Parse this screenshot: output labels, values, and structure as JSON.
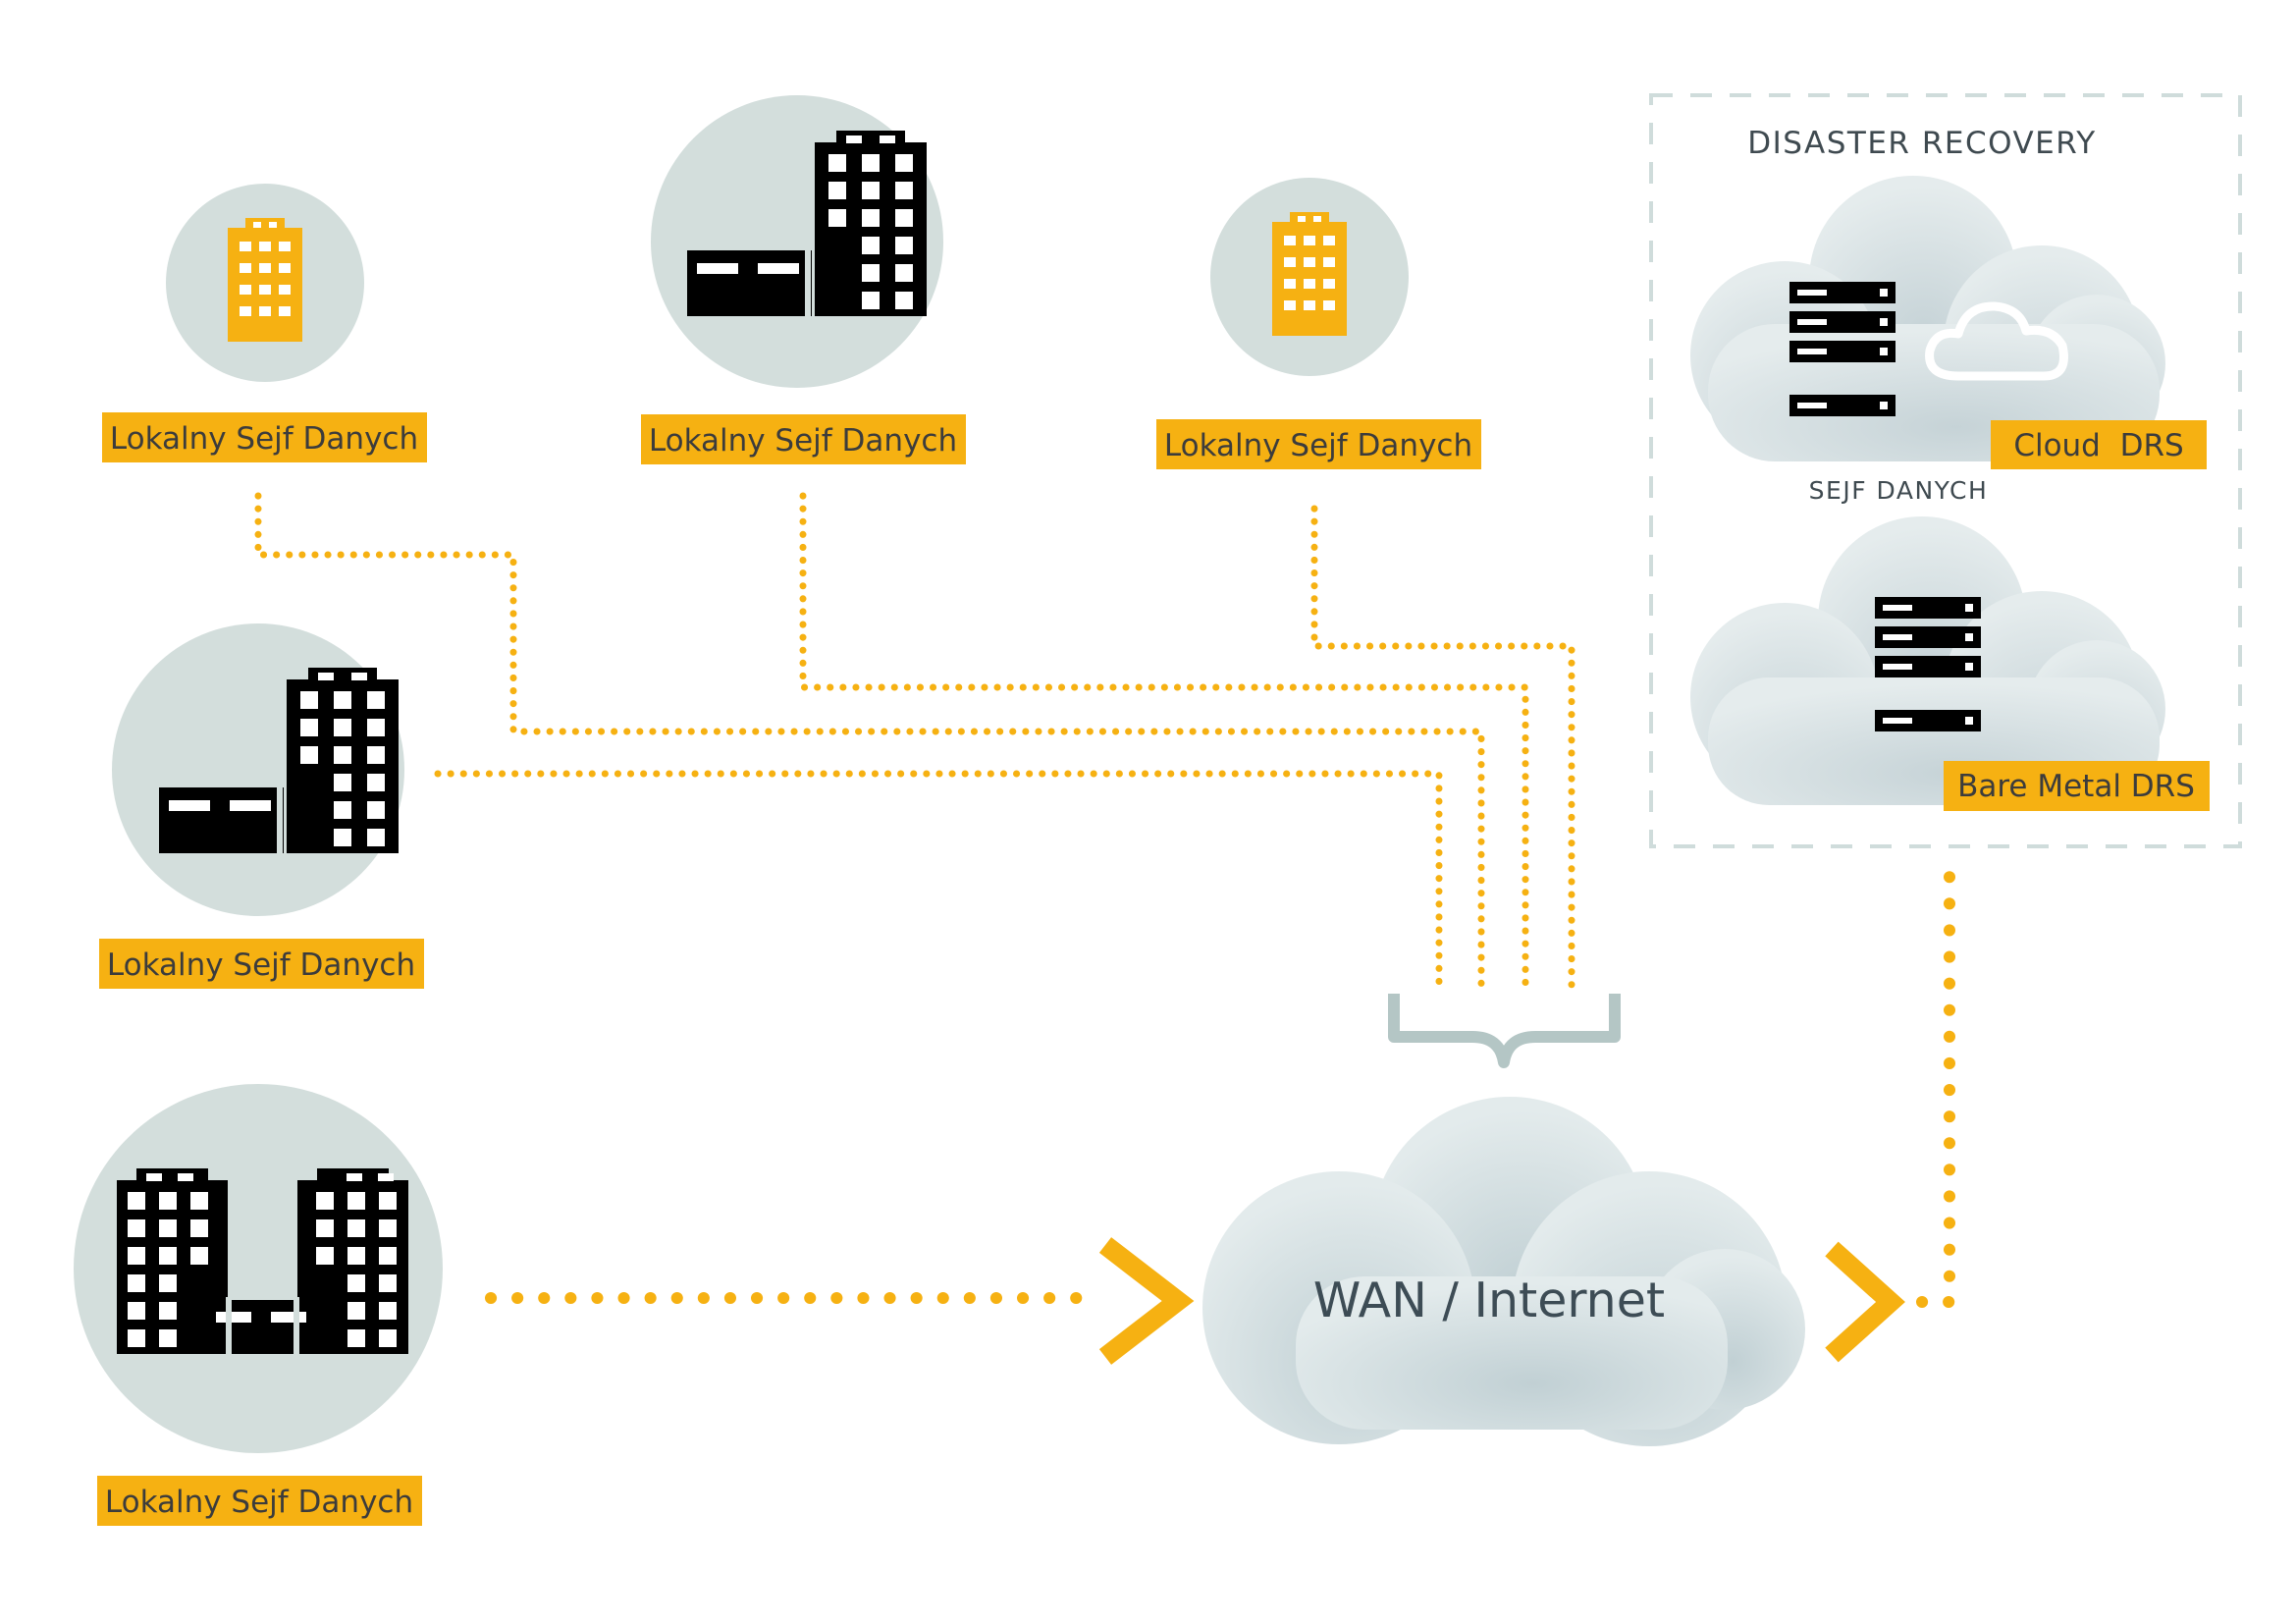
{
  "sites": [
    {
      "label": "Lokalny Sejf Danych",
      "icon": "small-office-building-icon"
    },
    {
      "label": "Lokalny Sejf Danych",
      "icon": "office-campus-icon"
    },
    {
      "label": "Lokalny Sejf Danych",
      "icon": "small-office-building-icon"
    },
    {
      "label": "Lokalny Sejf Danych",
      "icon": "office-campus-icon"
    },
    {
      "label": "Lokalny Sejf Danych",
      "icon": "large-office-campus-icon"
    }
  ],
  "wan": {
    "label": "WAN / Internet"
  },
  "disaster_recovery": {
    "title": "DISASTER RECOVERY",
    "cloud_drs_label": "Cloud  DRS",
    "vault_label": "SEJF DANYCH",
    "bare_metal_label": "Bare Metal DRS"
  },
  "colors": {
    "accent": "#F6B112",
    "circle": "#D3DEDC",
    "cloud": "#D6E0E2",
    "cloud_shade": "#C2D0D4",
    "brace": "#B4C6C5",
    "dashed_border": "#CFDCDB",
    "black": "#000000"
  }
}
